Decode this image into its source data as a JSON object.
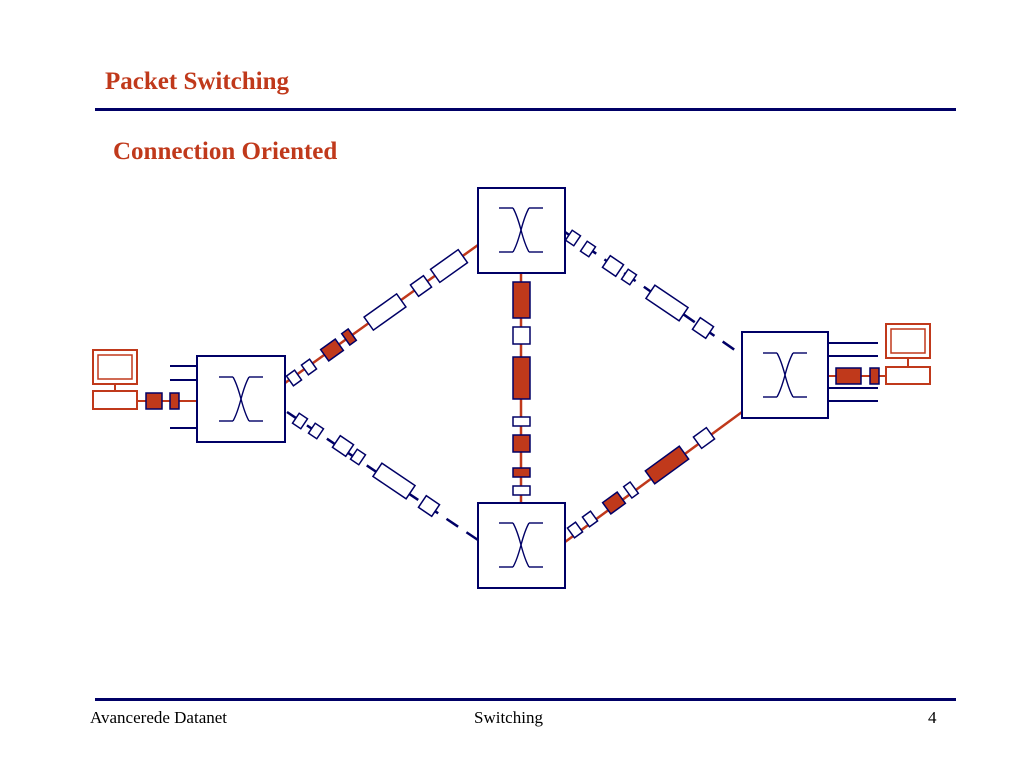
{
  "slide": {
    "title": "Packet Switching",
    "subtitle": "Connection Oriented"
  },
  "footer": {
    "left": "Avancerede Datanet",
    "center": "Switching",
    "page_number": "4"
  },
  "colors": {
    "accent": "#c0391b",
    "navy": "#000066",
    "packet_fill_active": "#c0391b",
    "packet_fill_idle": "#ffffff"
  },
  "diagram": {
    "switch_icon": "crossbar-switch-icon",
    "host_icon": "computer-terminal-icon"
  }
}
